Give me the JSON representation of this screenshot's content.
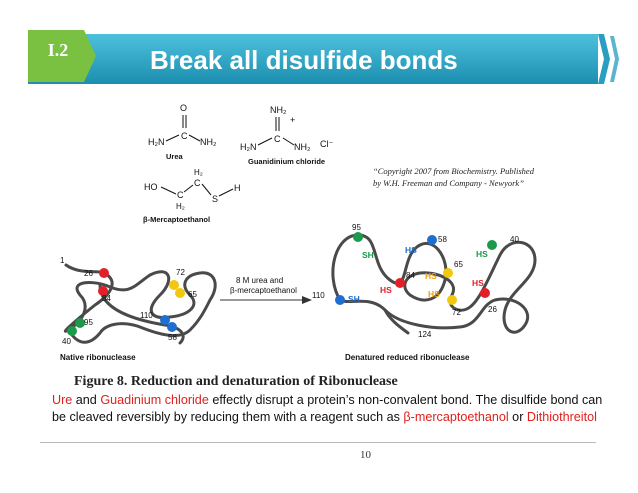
{
  "slide": {
    "badge": "I.2",
    "title": "Break all disulfide bonds",
    "copyright": "“Copyright 2007 from Biochemistry. Published by W.H. Freeman and Company - Newyork”",
    "figure_caption": "Figure 8. Reduction and denaturation of Ribonuclease",
    "body": {
      "t1": "Ure",
      "t2": " and ",
      "t3": "Guadinium chloride",
      "t4": " effectly disrupt a protein’s non-convalent bond. The disulfide bond can be cleaved reversibly by reducing them with a reagent such as ",
      "t5": "β-mercaptoethanol",
      "t6": " or ",
      "t7": "Dithiothreitol"
    },
    "page_number": "10"
  },
  "diagram": {
    "urea": {
      "o": "O",
      "h2n": "H₂N",
      "nh2": "NH₂",
      "c": "C",
      "name": "Urea"
    },
    "guanidinium": {
      "nh2_top": "NH₂",
      "plus": "+",
      "h2n": "H₂N",
      "c": "C",
      "nh2": "NH₂",
      "cl": "Cl⁻",
      "name": "Guanidinium chloride"
    },
    "bme": {
      "ho": "HO",
      "h2_a": "H₂",
      "c_a": "C",
      "c_b": "C",
      "h2_b": "H₂",
      "s": "S",
      "h": "H",
      "name": "β-Mercaptoethanol"
    },
    "arrow_text_1": "8 M urea and",
    "arrow_text_2": "β-mercaptoethanol",
    "native": {
      "name": "Native ribonuclease",
      "labels": [
        "1",
        "26",
        "84",
        "72",
        "65",
        "110",
        "95",
        "40",
        "58"
      ]
    },
    "denatured": {
      "name": "Denatured reduced ribonuclease",
      "labels": [
        "95",
        "58",
        "40",
        "84",
        "65",
        "110",
        "72",
        "26",
        "124"
      ],
      "groups": [
        "SH",
        "HS",
        "HS",
        "HS",
        "HS",
        "HS",
        "SH",
        "HS"
      ]
    },
    "colors": {
      "red": "#e3202a",
      "yellow": "#f2c80f",
      "blue": "#1f6fd1",
      "green": "#1a9a4a",
      "chain": "#4a4a4a",
      "banner": "#2aa0bf",
      "badge": "#7ac142"
    }
  }
}
